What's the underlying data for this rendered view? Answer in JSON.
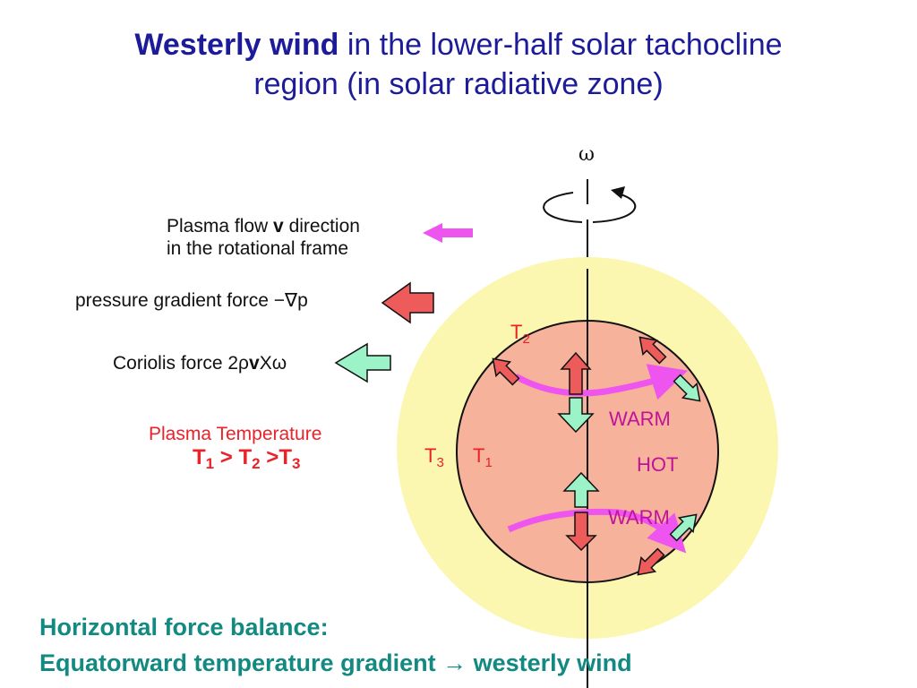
{
  "title": {
    "bold_part": "Westerly wind",
    "rest_line1": " in the lower-half solar tachocline",
    "line2": "region (in solar radiative zone)"
  },
  "rotation_symbol": "ω",
  "legend": {
    "flow_line1_a": "Plasma flow ",
    "flow_line1_bold": "v",
    "flow_line1_b": " direction",
    "flow_line2": "in the rotational frame",
    "pressure": "pressure gradient force  −∇p",
    "coriolis_a": "Coriolis force 2ρ",
    "coriolis_bold": "v",
    "coriolis_b": "Xω"
  },
  "temperature": {
    "title": "Plasma Temperature",
    "relation": [
      {
        "t": "T",
        "s": "1",
        "op": " > "
      },
      {
        "t": "T",
        "s": "2",
        "op": " >"
      },
      {
        "t": "T",
        "s": "3",
        "op": ""
      }
    ]
  },
  "labels": {
    "t2": {
      "t": "T",
      "s": "2"
    },
    "t3": {
      "t": "T",
      "s": "3"
    },
    "t1": {
      "t": "T",
      "s": "1"
    },
    "warm_top": "WARM",
    "hot": "HOT",
    "warm_bottom": "WARM"
  },
  "conclusion": {
    "line1": "Horizontal force balance:",
    "line2": "Equatorward temperature gradient → westerly wind"
  },
  "colors": {
    "title": "#1c1c9a",
    "outer_zone": "#fbf7b0",
    "inner_zone": "#f6b29a",
    "pressure_arrow": "#ee5b5b",
    "coriolis_arrow": "#9cf3c8",
    "flow_arrow": "#ee55ee",
    "temperature_text": "#e8232a",
    "zone_text": "#c0129a",
    "conclusion_text": "#128a82"
  }
}
